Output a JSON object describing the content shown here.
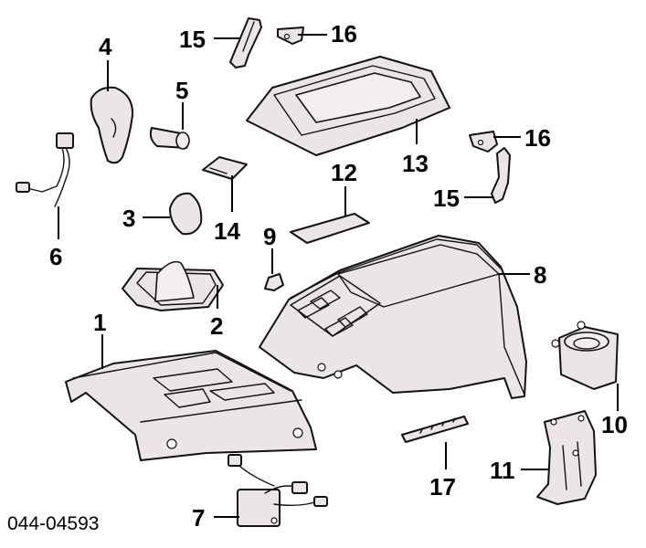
{
  "document_number": "044-04593",
  "callouts": {
    "c1": "1",
    "c2": "2",
    "c3": "3",
    "c4": "4",
    "c5": "5",
    "c6": "6",
    "c7": "7",
    "c8": "8",
    "c9": "9",
    "c10": "10",
    "c11": "11",
    "c12": "12",
    "c13": "13",
    "c14": "14",
    "c15a": "15",
    "c15b": "15",
    "c16a": "16",
    "c16b": "16",
    "c17": "17"
  }
}
